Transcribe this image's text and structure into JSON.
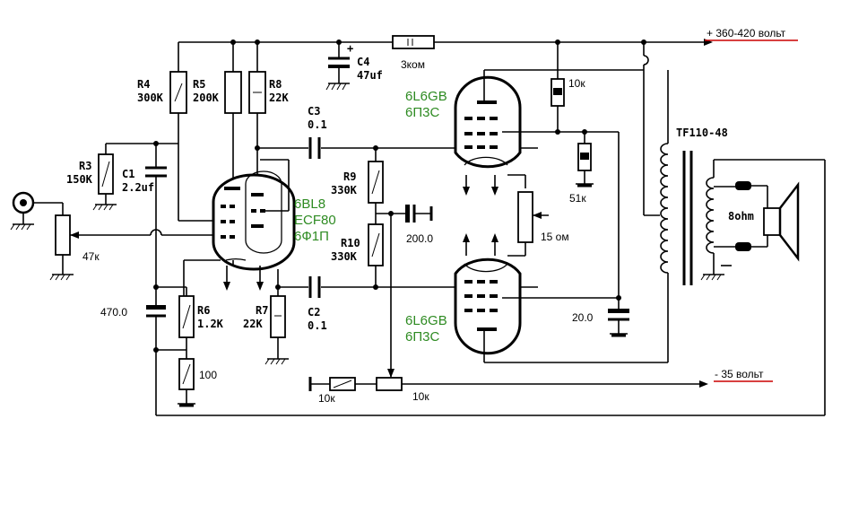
{
  "labels": {
    "r4": "R4",
    "r4v": "300K",
    "r5": "R5",
    "r5v": "200K",
    "r8": "R8",
    "r8v": "22K",
    "c4": "C4",
    "c4v": "47uf",
    "c4plus": "+",
    "r_3k": "3ком",
    "supply": "+ 360-420 вольт",
    "r3": "R3",
    "r3v": "150K",
    "c1": "C1",
    "c1v": "2.2uf",
    "c3": "C3",
    "c3v": "0.1",
    "r9": "R9",
    "r9v": "330K",
    "r10": "R10",
    "r10v": "330K",
    "c_200": "200.0",
    "pot47": "47к",
    "c_470": "470.0",
    "r6": "R6",
    "r6v": "1.2K",
    "r7": "R7",
    "r7v": "22K",
    "c2": "C2",
    "c2v": "0.1",
    "r_100": "100",
    "r_10k_top": "10к",
    "r_51k": "51к",
    "pot15": "15 ом",
    "c_20": "20.0",
    "transformer": "TF110-48",
    "speaker": "8ohm",
    "bias": "- 35 вольт",
    "r_10k_bias": "10к",
    "pot_10k": "10к",
    "tube1_a": "6BL8",
    "tube1_b": "ECF80",
    "tube1_c": "6Ф1П",
    "tube2_a": "6L6GB",
    "tube2_b": "6П3С",
    "tube3_a": "6L6GB",
    "tube3_b": "6П3С"
  },
  "colors": {
    "tube_label": "#2e8b22",
    "underline": "#cc0000"
  }
}
